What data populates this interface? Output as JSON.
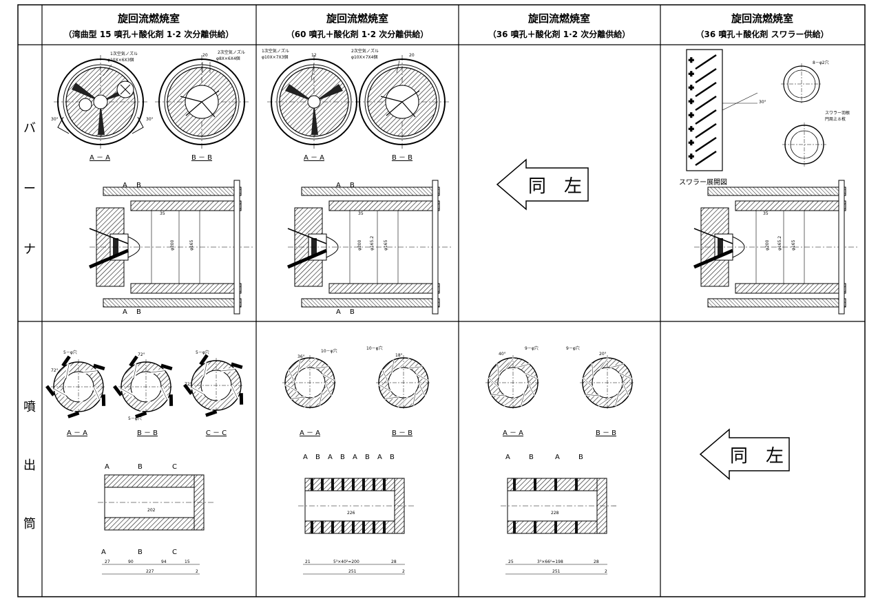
{
  "table": {
    "columns": [
      {
        "title": "旋回流燃焼室",
        "subtitle": "（湾曲型 15 噴孔＋酸化剤 1·2 次分離供給）"
      },
      {
        "title": "旋回流燃焼室",
        "subtitle": "（60 噴孔＋酸化剤 1·2 次分離供給）"
      },
      {
        "title": "旋回流燃焼室",
        "subtitle": "（36 噴孔＋酸化剤 1·2 次分離供給）"
      },
      {
        "title": "旋回流燃焼室",
        "subtitle": "（36 噴孔＋酸化剤 スワラー供給）"
      }
    ],
    "rows": [
      {
        "label_chars": [
          "バ",
          "ー",
          "ナ"
        ]
      },
      {
        "label_chars": [
          "噴",
          "出",
          "筒"
        ]
      }
    ]
  },
  "same_as_left": "同　左",
  "section_labels": {
    "aa": "A － A",
    "bb": "B － B",
    "cc": "C － C",
    "a_mark": "A",
    "b_mark": "B",
    "c_mark": "C"
  },
  "annotations": {
    "primary_nozzle_1": "1次空気ノズル",
    "primary_nozzle_1_spec": "φ10X×6X3個",
    "secondary_nozzle_1": "2次空気ノズル",
    "secondary_nozzle_1_spec": "φ8X×6X4個",
    "primary_nozzle_2": "1次空気ノズル",
    "primary_nozzle_2_spec": "φ10X×7X3個",
    "secondary_nozzle_2": "2次空気ノズル",
    "secondary_nozzle_2_spec": "φ10X×7X4個",
    "swirler_development": "スワラー展開図",
    "swirler_note_a": "スワラー羽根",
    "swirler_note_b": "円周上８枚",
    "holes_8": "8－φ2穴",
    "holes_5a": "5－φ穴",
    "holes_5b": "5－φ穴",
    "holes_5c": "5－φ穴",
    "holes_10a": "10－φ穴",
    "holes_10b": "10－φ穴",
    "holes_9a": "9－φ穴",
    "holes_9b": "9－φ穴"
  },
  "dimensions": {
    "burner_35": "35",
    "burner_d200": "φ200",
    "burner_d165": "φ165",
    "burner_d1652": "φ165.2",
    "nozzle1_len": "202",
    "nozzle1_total": "227",
    "nozzle1_27": "27",
    "nozzle1_90": "90",
    "nozzle1_94": "94",
    "nozzle1_15": "15",
    "nozzle1_2": "2",
    "nozzle2_len": "226",
    "nozzle2_total": "251",
    "nozzle2_21": "21",
    "nozzle2_mid": "5³×40²=200",
    "nozzle2_28": "28",
    "nozzle2_2": "2",
    "nozzle3_len": "228",
    "nozzle3_total": "251",
    "nozzle3_25": "25",
    "nozzle3_mid": "3³×66⁰=198",
    "nozzle3_28": "28",
    "nozzle3_2": "2",
    "angle_30": "30°",
    "angle_72": "72°",
    "angle_36": "36°",
    "angle_40": "40°",
    "angle_20": "20°",
    "angle_18": "18°",
    "dim_20": "20",
    "dim_12": "12"
  }
}
